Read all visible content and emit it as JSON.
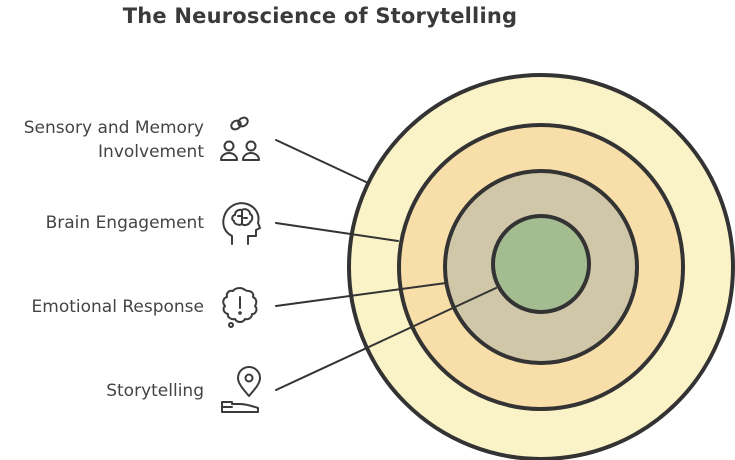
{
  "title": "The Neuroscience of Storytelling",
  "layers": [
    {
      "label_lines": [
        "Sensory and Memory",
        "Involvement"
      ],
      "icon": "people-link-icon",
      "color": "#fbf3c8"
    },
    {
      "label_lines": [
        "Brain Engagement"
      ],
      "icon": "brain-head-icon",
      "color": "#f8dfaa"
    },
    {
      "label_lines": [
        "Emotional Response"
      ],
      "icon": "exclamation-bubble-icon",
      "color": "#cfc7a8"
    },
    {
      "label_lines": [
        "Storytelling"
      ],
      "icon": "location-pin-icon",
      "color": "#a3bd91"
    }
  ],
  "colors": {
    "stroke": "#333333",
    "text": "#444444"
  }
}
